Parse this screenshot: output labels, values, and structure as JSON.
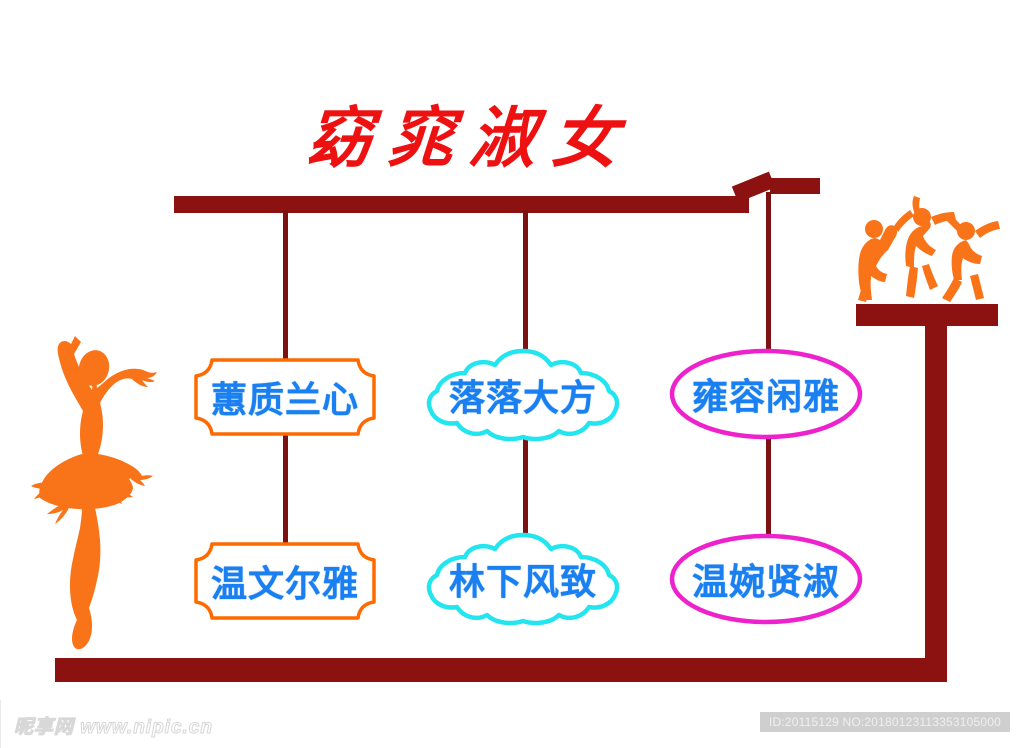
{
  "poster": {
    "title": "窈窕淑女",
    "title_color": "#ee1111",
    "background_color": "#ffffff",
    "frame_color": "#8c1111",
    "text_color": "#1a7ff0",
    "accent_orange": "#ff6a00",
    "accent_cyan": "#22e5f0",
    "accent_magenta": "#ee22cc"
  },
  "nodes": {
    "row1": [
      {
        "label": "蕙质兰心",
        "shape": "notched-frame",
        "outline_color": "#ff6a00"
      },
      {
        "label": "落落大方",
        "shape": "cloud",
        "outline_color": "#22e5f0"
      },
      {
        "label": "雍容闲雅",
        "shape": "ellipse",
        "outline_color": "#ee22cc"
      }
    ],
    "row2": [
      {
        "label": "温文尔雅",
        "shape": "notched-frame",
        "outline_color": "#ff6a00"
      },
      {
        "label": "林下风致",
        "shape": "cloud",
        "outline_color": "#22e5f0"
      },
      {
        "label": "温婉贤淑",
        "shape": "ellipse",
        "outline_color": "#ee22cc"
      }
    ]
  },
  "decorations": {
    "ballerina": "ballerina-silhouette",
    "dancers": "three-dancers-silhouette",
    "silhouette_color": "#f97318"
  },
  "footer": {
    "watermark": "昵享网 www.nipic.cn",
    "id_badge": "ID:20115129 NO:20180123113353105000"
  }
}
